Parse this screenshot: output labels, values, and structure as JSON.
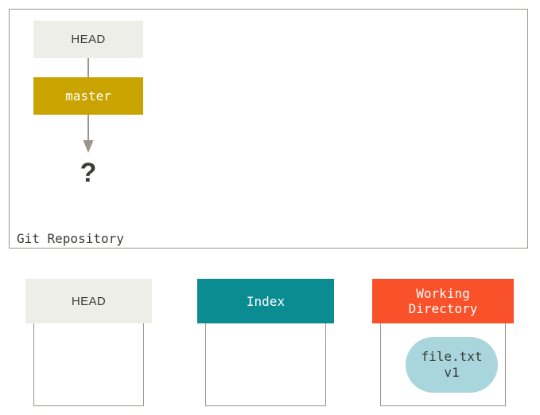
{
  "repository": {
    "label": "Git Repository",
    "head_box": {
      "label": "HEAD"
    },
    "branch_box": {
      "label": "master"
    },
    "target": {
      "label": "?"
    },
    "colors": {
      "frame_border": "#9a958d",
      "head_fill": "#eeeee9",
      "branch_fill": "#c9a401",
      "connector": "#9a958d"
    }
  },
  "areas": [
    {
      "name": "head",
      "title": "HEAD",
      "title_lines": [
        "HEAD"
      ],
      "header_color": "#eeeee9",
      "header_text_color": "#3b3b38",
      "contents": []
    },
    {
      "name": "index",
      "title": "Index",
      "title_lines": [
        "Index"
      ],
      "header_color": "#0b8b92",
      "header_text_color": "#ffffff",
      "contents": []
    },
    {
      "name": "working-directory",
      "title": "Working Directory",
      "title_lines": [
        "Working",
        "Directory"
      ],
      "header_color": "#f9512a",
      "header_text_color": "#ffffff",
      "contents": [
        {
          "kind": "file-blob",
          "name_line": "file.txt",
          "version_line": "v1",
          "fill": "#a9d6dd",
          "text_color": "#3b3b38"
        }
      ]
    }
  ]
}
